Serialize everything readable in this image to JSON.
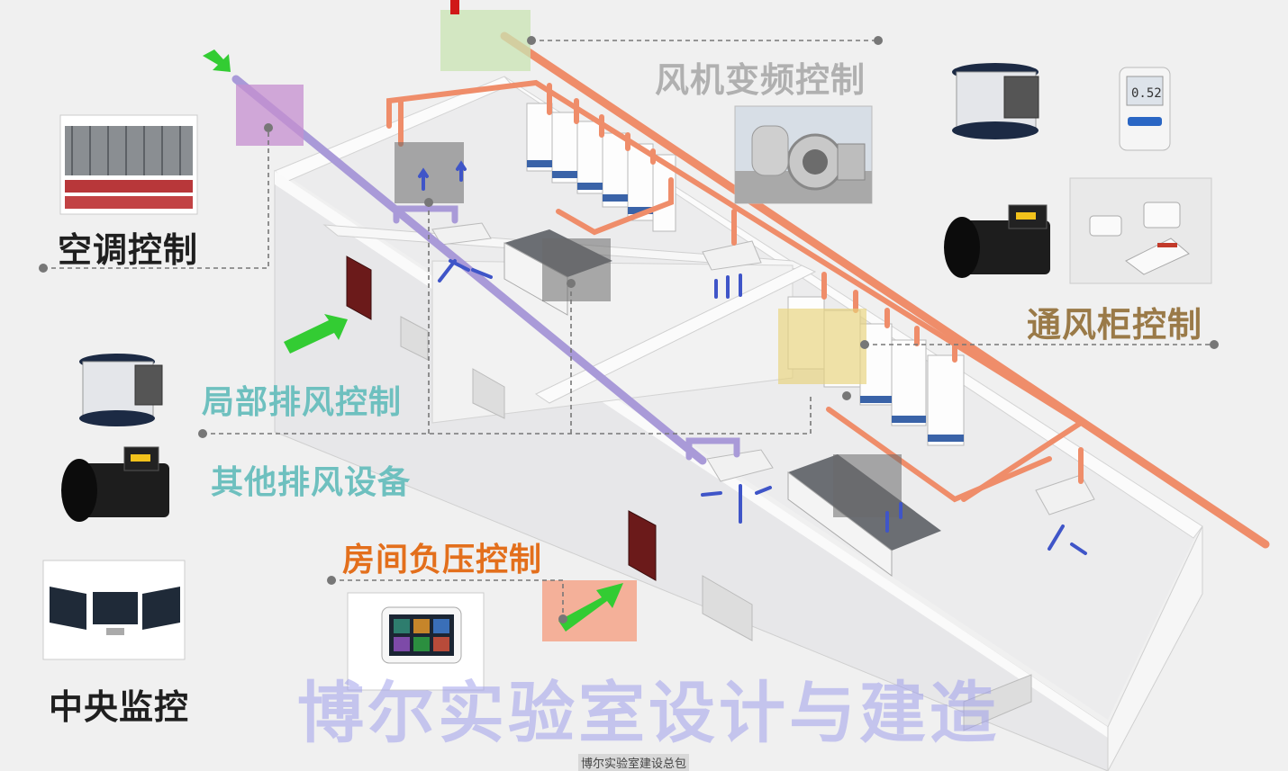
{
  "labels": {
    "ac_control": "空调控制",
    "fan_vfd_control": "风机变频控制",
    "hood_control": "通风柜控制",
    "local_exhaust_control": "局部排风控制",
    "other_exhaust_equipment": "其他排风设备",
    "room_negative_pressure_control": "房间负压控制",
    "central_monitoring": "中央监控"
  },
  "watermark": "博尔实验室设计与建造",
  "footer": "博尔实验室建设总包",
  "colors": {
    "exhaust_duct": "#ef8d6a",
    "supply_duct": "#a99ad8",
    "ac_label": "#1f1f1f",
    "fan_label": "#b0b0b0",
    "hood_label": "#9a7a48",
    "local_exhaust_label": "#6ec0bf",
    "negative_pressure_label": "#e36f1c",
    "airflow_arrow": "#3f55c8",
    "green_arrow": "#33cc33"
  },
  "icons": [
    "cooling-tower-icon",
    "industrial-fan-icon",
    "vav-valve-icon",
    "pressure-monitor-icon",
    "damper-actuator-icon",
    "sensor-set-icon",
    "monitor-screens-icon",
    "touch-panel-icon",
    "fume-hood-icon",
    "lab-bench-icon",
    "door-icon",
    "window-icon",
    "green-arrow-icon",
    "airflow-arrow-icon"
  ]
}
